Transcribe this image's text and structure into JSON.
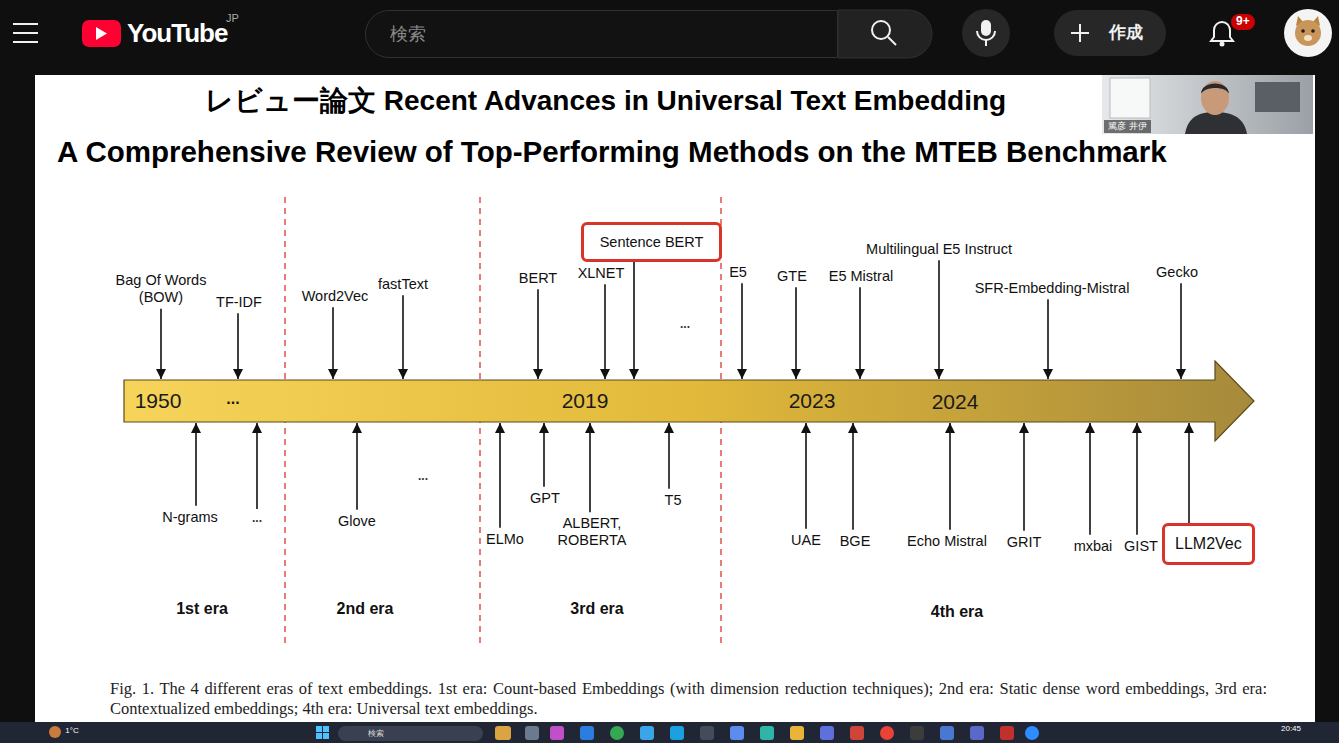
{
  "diagram": {
    "title": "レビュー論文 Recent Advances in Universal Text Embedding",
    "caption": "Fig. 1. The 4 different eras of text embeddings. 1st era: Count-based Embeddings (with dimension reduction techniques); 2nd era: Static dense word embeddings, 3rd era: Contextualized embeddings; 4th era: Universal text embeddings.",
    "nodes": [
      {
        "text": [
          "検索"
        ]
      },
      {
        "text": [
          "作成"
        ]
      },
      {
        "text": [
          "9+"
        ]
      },
      {
        "text": [
          "篤彦 井伊"
        ]
      },
      {
        "text": [
          "Sentence BERT"
        ]
      },
      {
        "text": [
          "1950",
          "...",
          "2019",
          "2023",
          "2024"
        ]
      },
      {
        "text": [
          "LLM2Vec"
        ]
      },
      {
        "text": [
          "検索"
        ]
      }
    ],
    "edges": [
      {
        "from": 4,
        "to": 5,
        "arrow": "to"
      },
      {
        "from": 6,
        "to": 5,
        "arrow": "to"
      }
    ],
    "labels": [
      "YouTube",
      "JP",
      "A Comprehensive Review of Top-Performing Methods on the MTEB Benchmark",
      "Bag Of Words (BOW)",
      "TF-IDF",
      "Word2Vec",
      "fastText",
      "BERT",
      "XLNET",
      "...",
      "E5",
      "GTE",
      "E5 Mistral",
      "Multilingual E5 Instruct",
      "SFR-Embedding-Mistral",
      "Gecko",
      "N-grams",
      "...",
      "Glove",
      "...",
      "ELMo",
      "GPT",
      "ALBERT, ROBERTA",
      "T5",
      "UAE",
      "BGE",
      "Echo Mistral",
      "GRIT",
      "mxbai",
      "GIST",
      "1st era",
      "2nd era",
      "3rd era",
      "4th era",
      "1°C",
      "20:45"
    ]
  }
}
